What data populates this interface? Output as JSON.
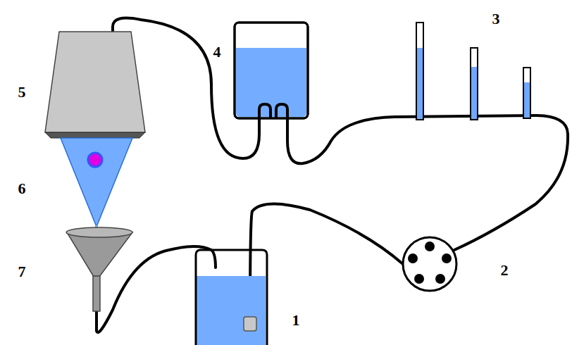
{
  "diagram": {
    "labels": [
      "3",
      "4",
      "5",
      "6",
      "2",
      "7",
      "1"
    ]
  }
}
